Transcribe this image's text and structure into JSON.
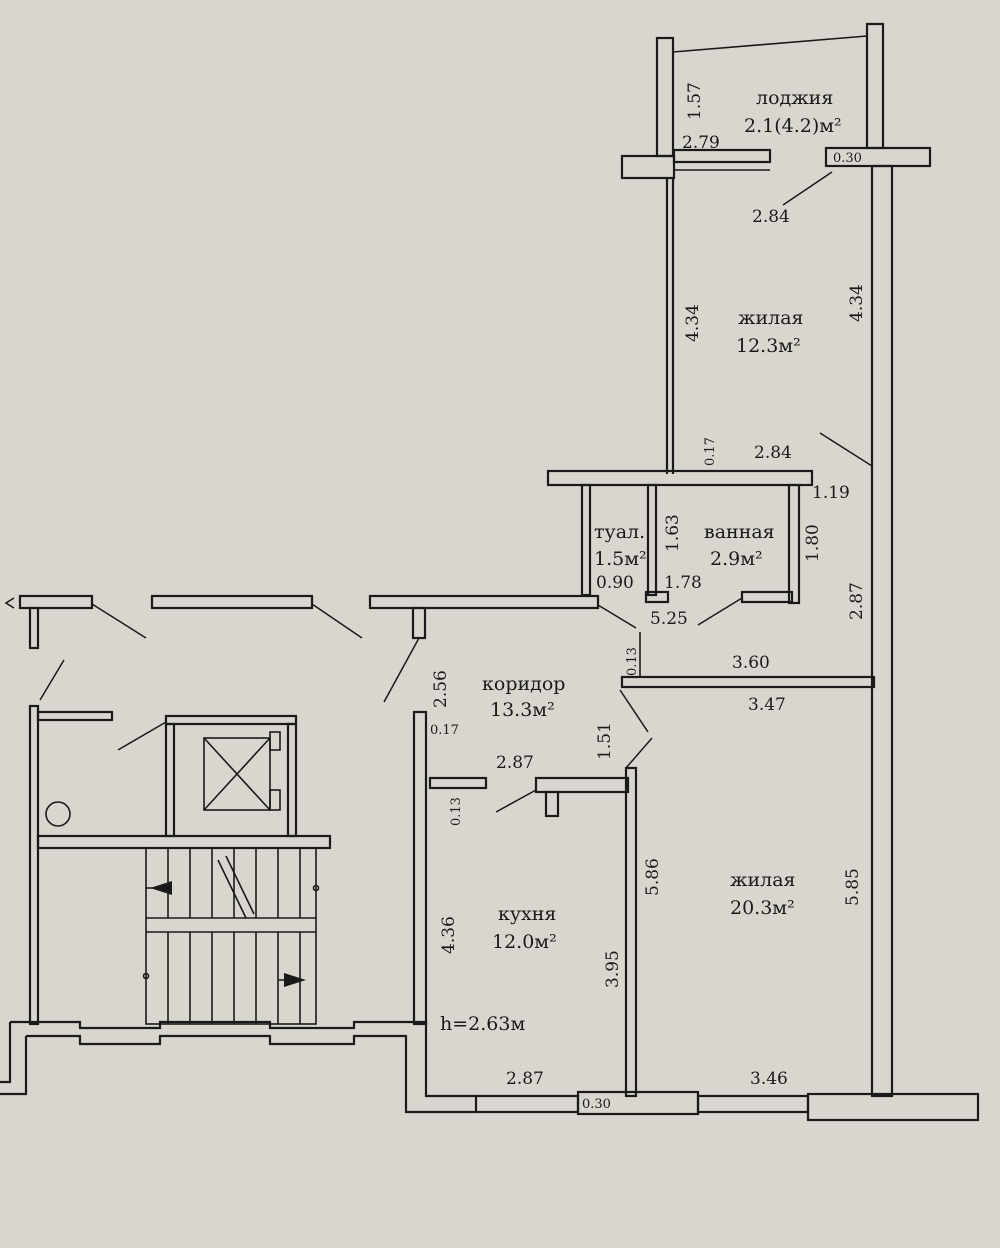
{
  "rooms": {
    "loggia": {
      "name": "лоджия",
      "area": "2.1(4.2)м²"
    },
    "living_top": {
      "name": "жилая",
      "area": "12.3м²"
    },
    "toilet": {
      "name": "туал.",
      "area": "1.5м²"
    },
    "bathroom": {
      "name": "ванная",
      "area": "2.9м²"
    },
    "corridor": {
      "name": "коридор",
      "area": "13.3м²"
    },
    "kitchen": {
      "name": "кухня",
      "area": "12.0м²"
    },
    "living_bottom": {
      "name": "жилая",
      "area": "20.3м²"
    }
  },
  "ceiling_height": "h=2.63м",
  "dimensions": {
    "loggia_depth": "1.57",
    "loggia_width": "2.79",
    "wall_top": "0.30",
    "top_room_width": "2.84",
    "top_room_left": "4.34",
    "top_room_right": "4.34",
    "partition_017": "0.17",
    "top_room_bottom_width": "2.84",
    "bath_offset": "1.19",
    "toilet_height": "1.63",
    "bath_height": "1.80",
    "toilet_width": "0.90",
    "bath_width": "1.78",
    "corridor_length": "5.25",
    "right_wall": "2.87",
    "partition_013_top": "0.13",
    "corridor_right_top": "3.60",
    "corridor_right_bottom": "3.47",
    "corridor_left": "2.56",
    "corridor_017": "0.17",
    "corridor_door": "1.51",
    "kitchen_top_width": "2.87",
    "partition_013_kitchen": "0.13",
    "kitchen_height": "4.36",
    "kitchen_inner": "3.95",
    "living_left": "5.86",
    "living_right": "5.85",
    "bottom_left": "2.87",
    "wall_bottom": "0.30",
    "bottom_right": "3.46"
  }
}
